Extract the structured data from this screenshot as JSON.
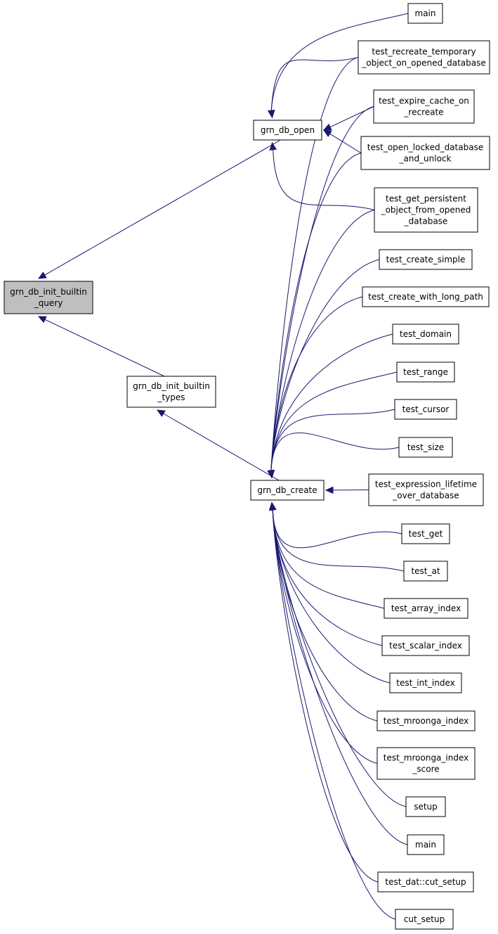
{
  "colors": {
    "edge": "#191970",
    "node_border": "#000000",
    "node_fill": "#ffffff",
    "focus_fill": "#bfbfbf"
  },
  "nodes": {
    "focus": {
      "lines": [
        "grn_db_init_builtin",
        "_query"
      ],
      "highlighted": true
    },
    "grn_db_open": {
      "lines": [
        "grn_db_open"
      ]
    },
    "grn_db_init_builtin_types": {
      "lines": [
        "grn_db_init_builtin",
        "_types"
      ]
    },
    "grn_db_create": {
      "lines": [
        "grn_db_create"
      ]
    },
    "main_1": {
      "lines": [
        "main"
      ]
    },
    "test_recreate_temporary": {
      "lines": [
        "test_recreate_temporary",
        "_object_on_opened_database"
      ]
    },
    "test_expire_cache": {
      "lines": [
        "test_expire_cache_on",
        "_recreate"
      ]
    },
    "test_open_locked": {
      "lines": [
        "test_open_locked_database",
        "_and_unlock"
      ]
    },
    "test_get_persistent": {
      "lines": [
        "test_get_persistent",
        "_object_from_opened",
        "_database"
      ]
    },
    "test_create_simple": {
      "lines": [
        "test_create_simple"
      ]
    },
    "test_create_with_long_path": {
      "lines": [
        "test_create_with_long_path"
      ]
    },
    "test_domain": {
      "lines": [
        "test_domain"
      ]
    },
    "test_range": {
      "lines": [
        "test_range"
      ]
    },
    "test_cursor": {
      "lines": [
        "test_cursor"
      ]
    },
    "test_size": {
      "lines": [
        "test_size"
      ]
    },
    "test_expression_lifetime": {
      "lines": [
        "test_expression_lifetime",
        "_over_database"
      ]
    },
    "test_get": {
      "lines": [
        "test_get"
      ]
    },
    "test_at": {
      "lines": [
        "test_at"
      ]
    },
    "test_array_index": {
      "lines": [
        "test_array_index"
      ]
    },
    "test_scalar_index": {
      "lines": [
        "test_scalar_index"
      ]
    },
    "test_int_index": {
      "lines": [
        "test_int_index"
      ]
    },
    "test_mroonga_index": {
      "lines": [
        "test_mroonga_index"
      ]
    },
    "test_mroonga_index_score": {
      "lines": [
        "test_mroonga_index",
        "_score"
      ]
    },
    "setup": {
      "lines": [
        "setup"
      ]
    },
    "main_2": {
      "lines": [
        "main"
      ]
    },
    "test_dat_cut_setup": {
      "lines": [
        "test_dat::cut_setup"
      ]
    },
    "cut_setup": {
      "lines": [
        "cut_setup"
      ]
    }
  },
  "edges": [
    {
      "from": "grn_db_open",
      "to": "focus"
    },
    {
      "from": "grn_db_init_builtin_types",
      "to": "focus"
    },
    {
      "from": "grn_db_create",
      "to": "grn_db_init_builtin_types"
    },
    {
      "from": "main_1",
      "to": "grn_db_open"
    },
    {
      "from": "test_recreate_temporary",
      "to": "grn_db_open"
    },
    {
      "from": "test_expire_cache",
      "to": "grn_db_open"
    },
    {
      "from": "test_open_locked",
      "to": "grn_db_open"
    },
    {
      "from": "test_get_persistent",
      "to": "grn_db_open"
    },
    {
      "from": "test_recreate_temporary",
      "to": "grn_db_create"
    },
    {
      "from": "test_expire_cache",
      "to": "grn_db_create"
    },
    {
      "from": "test_open_locked",
      "to": "grn_db_create"
    },
    {
      "from": "test_get_persistent",
      "to": "grn_db_create"
    },
    {
      "from": "test_create_simple",
      "to": "grn_db_create"
    },
    {
      "from": "test_create_with_long_path",
      "to": "grn_db_create"
    },
    {
      "from": "test_domain",
      "to": "grn_db_create"
    },
    {
      "from": "test_range",
      "to": "grn_db_create"
    },
    {
      "from": "test_cursor",
      "to": "grn_db_create"
    },
    {
      "from": "test_size",
      "to": "grn_db_create"
    },
    {
      "from": "test_expression_lifetime",
      "to": "grn_db_create"
    },
    {
      "from": "test_get",
      "to": "grn_db_create"
    },
    {
      "from": "test_at",
      "to": "grn_db_create"
    },
    {
      "from": "test_array_index",
      "to": "grn_db_create"
    },
    {
      "from": "test_scalar_index",
      "to": "grn_db_create"
    },
    {
      "from": "test_int_index",
      "to": "grn_db_create"
    },
    {
      "from": "test_mroonga_index",
      "to": "grn_db_create"
    },
    {
      "from": "test_mroonga_index_score",
      "to": "grn_db_create"
    },
    {
      "from": "setup",
      "to": "grn_db_create"
    },
    {
      "from": "main_2",
      "to": "grn_db_create"
    },
    {
      "from": "test_dat_cut_setup",
      "to": "grn_db_create"
    },
    {
      "from": "cut_setup",
      "to": "grn_db_create"
    }
  ]
}
